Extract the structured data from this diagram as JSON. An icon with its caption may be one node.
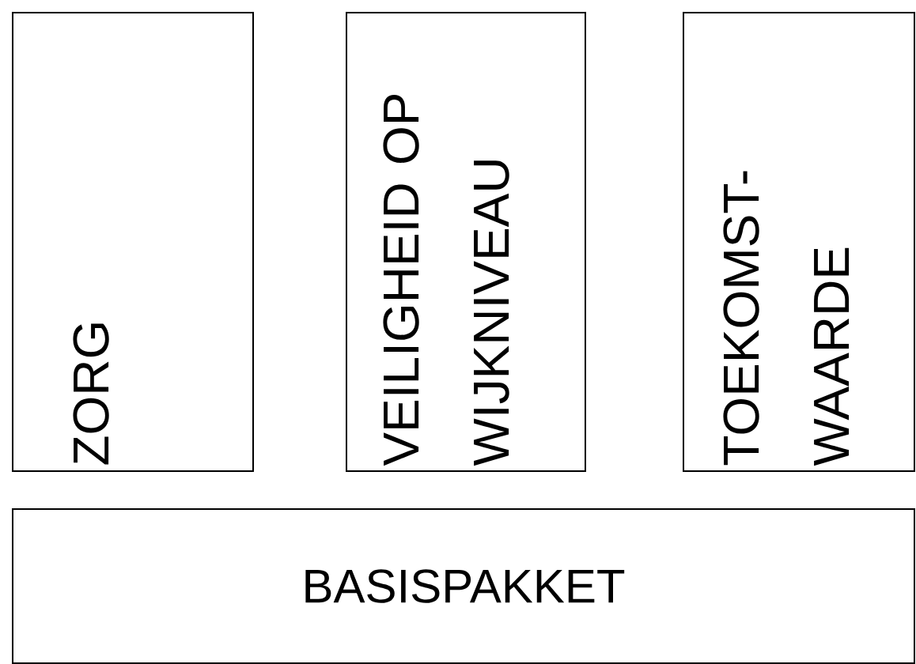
{
  "diagram": {
    "nodes": [
      {
        "text": [
          "ZORG"
        ]
      },
      {
        "text": [
          "VEILIGHEID OP WIJKNIVEAU"
        ]
      },
      {
        "text": [
          "TOEKOMST- WAARDE"
        ]
      },
      {
        "text": [
          "BASISPAKKET"
        ]
      }
    ],
    "edges": []
  }
}
